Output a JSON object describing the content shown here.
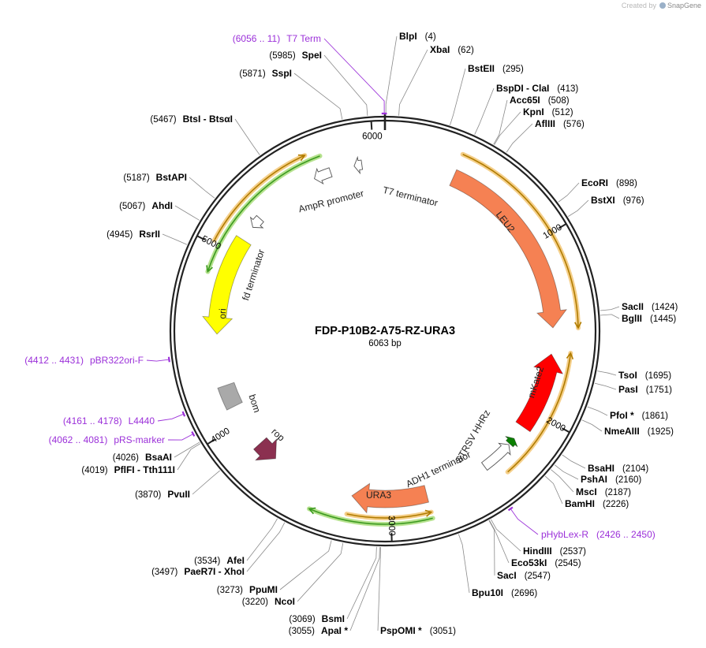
{
  "credit": {
    "prefix": "Created by",
    "brand": "SnapGene"
  },
  "plasmid": {
    "name": "FDP-P10B2-A75-RZ-URA3",
    "size": "6063 bp",
    "length": 6063
  },
  "ticks": [
    "1000",
    "2000",
    "3000",
    "4000",
    "5000",
    "6000"
  ],
  "features": [
    {
      "name": "LEU2",
      "start": 403,
      "end": 1497,
      "strand": 1,
      "lane": "inner",
      "color": "#f58153"
    },
    {
      "name": "mKate2",
      "start": 1648,
      "end": 2101,
      "strand": -1,
      "lane": "inner",
      "color": "#ff0000"
    },
    {
      "name": "STRSV HHRz",
      "start": 2185,
      "end": 2225,
      "strand": -1,
      "lane": "inner",
      "color": "#0a7f00"
    },
    {
      "name": "ADH1 terminator",
      "start": 2232,
      "end": 2420,
      "strand": -1,
      "lane": "inner",
      "color": "#ffffff"
    },
    {
      "name": "URA3",
      "start": 2790,
      "end": 3223,
      "strand": 1,
      "lane": "inner",
      "color": "#f58153"
    },
    {
      "name": "rop",
      "start": 3715,
      "end": 3840,
      "strand": -1,
      "lane": "inner",
      "color": "#8b3050"
    },
    {
      "name": "bom",
      "start": 4100,
      "end": 4230,
      "strand": 0,
      "lane": "inner",
      "color": "#a9a9a9"
    },
    {
      "name": "ori",
      "start": 4530,
      "end": 5099,
      "strand": -1,
      "lane": "inner",
      "color": "#ffff00"
    },
    {
      "name": "fd terminator",
      "start": 5190,
      "end": 5255,
      "strand": -1,
      "lane": "inner",
      "color": "#ffffff"
    },
    {
      "name": "AmpR promoter",
      "start": 5645,
      "end": 5745,
      "strand": -1,
      "lane": "inner",
      "color": "#ffffff"
    },
    {
      "name": "T7 terminator",
      "start": 5885,
      "end": 5930,
      "strand": -1,
      "lane": "inner",
      "color": "#ffffff"
    }
  ],
  "orfs": [
    {
      "start": 400,
      "end": 1500,
      "strand": 1,
      "color": "#b07c00",
      "glow": "#f5cf8a"
    },
    {
      "start": 1630,
      "end": 2340,
      "strand": -1,
      "color": "#b07c00",
      "glow": "#f5cf8a"
    },
    {
      "start": 2790,
      "end": 3420,
      "strand": 1,
      "color": "#3c9a20",
      "glow": "#b6e28f"
    },
    {
      "start": 2790,
      "end": 3230,
      "strand": -1,
      "color": "#b07c00",
      "glow": "#f5cf8a"
    },
    {
      "start": 4860,
      "end": 5720,
      "strand": -1,
      "color": "#3c9a20",
      "glow": "#b6e28f"
    },
    {
      "start": 5020,
      "end": 5650,
      "strand": 1,
      "color": "#b07c00",
      "glow": "#f5cf8a"
    }
  ],
  "sites": [
    {
      "name": "BlpI",
      "pos": "(4)",
      "at": 4
    },
    {
      "name": "XbaI",
      "pos": "(62)",
      "at": 62
    },
    {
      "name": "BstEII",
      "pos": "(295)",
      "at": 295
    },
    {
      "name": "BspDI - ClaI",
      "pos": "(413)",
      "at": 413
    },
    {
      "name": "Acc65I",
      "pos": "(508)",
      "at": 508
    },
    {
      "name": "KpnI",
      "pos": "(512)",
      "at": 512
    },
    {
      "name": "AflIII",
      "pos": "(576)",
      "at": 576
    },
    {
      "name": "EcoRI",
      "pos": "(898)",
      "at": 898
    },
    {
      "name": "BstXI",
      "pos": "(976)",
      "at": 976
    },
    {
      "name": "SacII",
      "pos": "(1424)",
      "at": 1424
    },
    {
      "name": "BglII",
      "pos": "(1445)",
      "at": 1445
    },
    {
      "name": "TsoI",
      "pos": "(1695)",
      "at": 1695
    },
    {
      "name": "PasI",
      "pos": "(1751)",
      "at": 1751
    },
    {
      "name": "PfoI *",
      "pos": "(1861)",
      "at": 1861
    },
    {
      "name": "NmeAIII",
      "pos": "(1925)",
      "at": 1925
    },
    {
      "name": "BsaHI",
      "pos": "(2104)",
      "at": 2104
    },
    {
      "name": "PshAI",
      "pos": "(2160)",
      "at": 2160
    },
    {
      "name": "MscI",
      "pos": "(2187)",
      "at": 2187
    },
    {
      "name": "BamHI",
      "pos": "(2226)",
      "at": 2226
    },
    {
      "name": "HindIII",
      "pos": "(2537)",
      "at": 2537
    },
    {
      "name": "Eco53kI",
      "pos": "(2545)",
      "at": 2545
    },
    {
      "name": "SacI",
      "pos": "(2547)",
      "at": 2547
    },
    {
      "name": "Bpu10I",
      "pos": "(2696)",
      "at": 2696
    },
    {
      "name": "PspOMI *",
      "pos": "(3051)",
      "at": 3051
    },
    {
      "name": "ApaI *",
      "pos": "(3055)",
      "at": 3055
    },
    {
      "name": "BsmI",
      "pos": "(3069)",
      "at": 3069
    },
    {
      "name": "NcoI",
      "pos": "(3220)",
      "at": 3220
    },
    {
      "name": "PpuMI",
      "pos": "(3273)",
      "at": 3273
    },
    {
      "name": "PaeR7I - XhoI",
      "pos": "(3497)",
      "at": 3497
    },
    {
      "name": "AfeI",
      "pos": "(3534)",
      "at": 3534
    },
    {
      "name": "PvuII",
      "pos": "(3870)",
      "at": 3870
    },
    {
      "name": "PflFI - Tth111I",
      "pos": "(4019)",
      "at": 4019
    },
    {
      "name": "BsaAI",
      "pos": "(4026)",
      "at": 4026
    },
    {
      "name": "RsrII",
      "pos": "(4945)",
      "at": 4945
    },
    {
      "name": "AhdI",
      "pos": "(5067)",
      "at": 5067
    },
    {
      "name": "BstAPI",
      "pos": "(5187)",
      "at": 5187
    },
    {
      "name": "BtsI - BtsαI",
      "pos": "(5467)",
      "at": 5467
    },
    {
      "name": "SspI",
      "pos": "(5871)",
      "at": 5871
    },
    {
      "name": "SpeI",
      "pos": "(5985)",
      "at": 5985
    }
  ],
  "primers": [
    {
      "name": "T7 Term",
      "pos": "(6056 .. 11)",
      "at": 6060
    },
    {
      "name": "pHybLex-R",
      "pos": "(2426 .. 2450)",
      "at": 2438
    },
    {
      "name": "L4440",
      "pos": "(4161 .. 4178)",
      "at": 4170
    },
    {
      "name": "pRS-marker",
      "pos": "(4062 .. 4081)",
      "at": 4072
    },
    {
      "name": "pBR322ori-F",
      "pos": "(4412 .. 4431)",
      "at": 4421
    }
  ]
}
